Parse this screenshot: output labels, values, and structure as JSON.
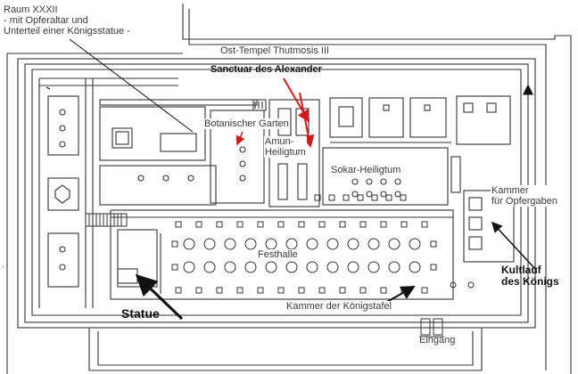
{
  "title_block": {
    "line1": "Raum XXXII",
    "line2": "- mit Opferaltar und",
    "line3": "Unterteil einer Königsstatue -"
  },
  "labels": {
    "ost_tempel": "Ost-Tempel Thutmosis III",
    "sanctuar": "Sanctuar  des Alexander",
    "botanischer": "Botanischer Garten",
    "amun_1": "Amun-",
    "amun_2": "Heiligtum",
    "sokar": "Sokar-Heiligtum",
    "kammer_1": "Kammer",
    "kammer_2": "für Opfergaben",
    "festhalle": "Festhalle",
    "kultlauf_1": "Kultlauf",
    "kultlauf_2": "des Königs",
    "statue": "Statue",
    "kammer_koenigstafel": "Kammer der Königstafel",
    "eingang": "Eingang"
  },
  "colors": {
    "line": "#333333",
    "arrow_red": "#d11b1b",
    "arrow_black": "#111111"
  }
}
